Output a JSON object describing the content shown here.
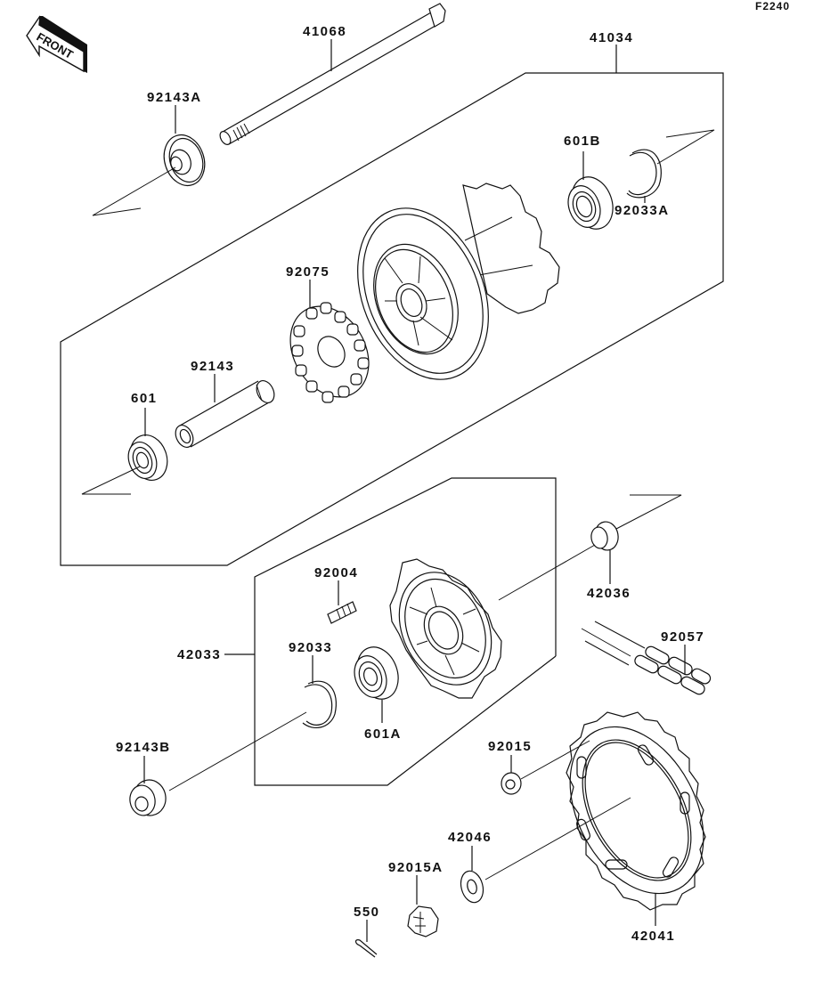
{
  "diagram": {
    "figure_code": "F2240",
    "front_label": "FRONT",
    "parts": [
      {
        "id": "41068",
        "label": "41068",
        "description": "axle"
      },
      {
        "id": "41034",
        "label": "41034",
        "description": "wheel hub assembly"
      },
      {
        "id": "92143A",
        "label": "92143A",
        "description": "collar"
      },
      {
        "id": "601B",
        "label": "601B",
        "description": "ball bearing"
      },
      {
        "id": "92033A",
        "label": "92033A",
        "description": "circlip"
      },
      {
        "id": "92075",
        "label": "92075",
        "description": "damper"
      },
      {
        "id": "92143",
        "label": "92143",
        "description": "collar / spacer"
      },
      {
        "id": "601",
        "label": "601",
        "description": "ball bearing"
      },
      {
        "id": "92004",
        "label": "92004",
        "description": "stud"
      },
      {
        "id": "42033",
        "label": "42033",
        "description": "sprocket coupling assembly"
      },
      {
        "id": "92033",
        "label": "92033",
        "description": "circlip"
      },
      {
        "id": "601A",
        "label": "601A",
        "description": "ball bearing"
      },
      {
        "id": "42036",
        "label": "42036",
        "description": "collar"
      },
      {
        "id": "92057",
        "label": "92057",
        "description": "chain"
      },
      {
        "id": "92143B",
        "label": "92143B",
        "description": "collar"
      },
      {
        "id": "92015",
        "label": "92015",
        "description": "nut"
      },
      {
        "id": "42046",
        "label": "42046",
        "description": "washer"
      },
      {
        "id": "92015A",
        "label": "92015A",
        "description": "castle nut"
      },
      {
        "id": "550",
        "label": "550",
        "description": "cotter pin"
      },
      {
        "id": "42041",
        "label": "42041",
        "description": "rear sprocket"
      }
    ]
  }
}
